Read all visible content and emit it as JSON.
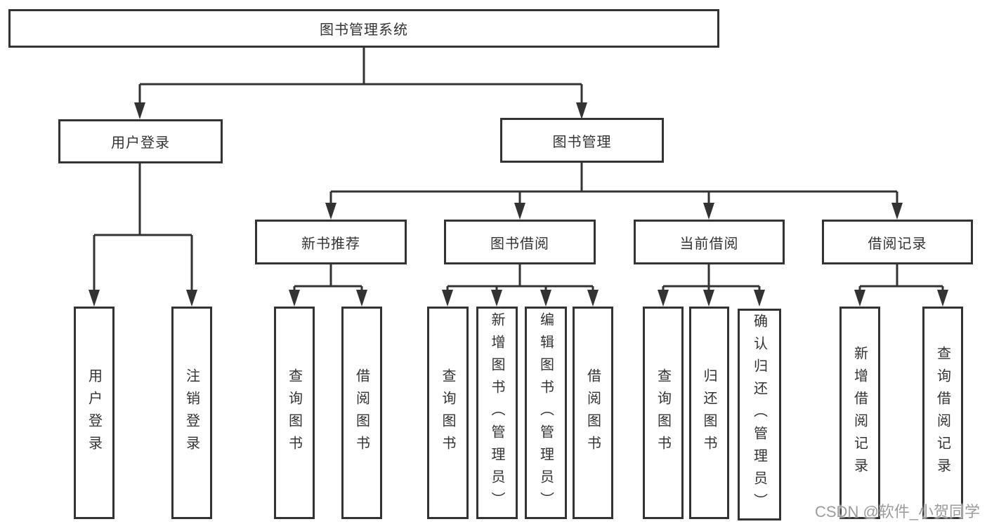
{
  "diagram_title": "图书管理系统",
  "tree": {
    "root": "图书管理系统",
    "children": [
      {
        "label": "用户登录",
        "children": [
          "用户登录",
          "注销登录"
        ]
      },
      {
        "label": "图书管理",
        "children": [
          {
            "label": "新书推荐",
            "children": [
              "查询图书",
              "借阅图书"
            ]
          },
          {
            "label": "图书借阅",
            "children": [
              "查询图书",
              "新增图书（管理员）",
              "编辑图书（管理员）",
              "借阅图书"
            ]
          },
          {
            "label": "当前借阅",
            "children": [
              "查询图书",
              "归还图书",
              "确认归还（管理员）"
            ]
          },
          {
            "label": "借阅记录",
            "children": [
              "新增借阅记录",
              "查询借阅记录"
            ]
          }
        ]
      }
    ]
  },
  "watermark": {
    "text": "CSDN @软件_小贺同学"
  },
  "colors": {
    "box_border": "#333333",
    "connector_line": "#333333",
    "text": "#333333",
    "watermark_text": "#9c9c9c",
    "background": "#ffffff"
  }
}
